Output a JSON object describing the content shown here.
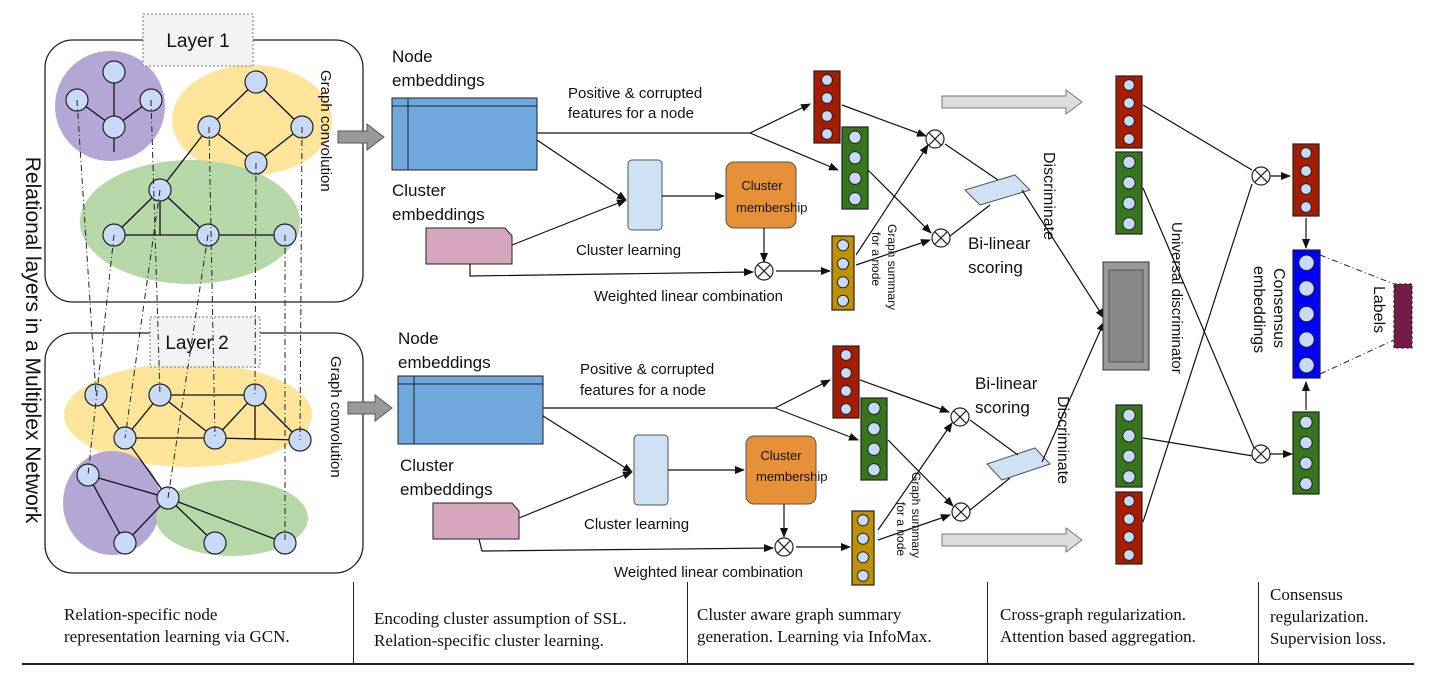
{
  "title_vertical": "Relational layers in a Multiplex Network",
  "layers": [
    "Layer 1",
    "Layer 2"
  ],
  "labels": {
    "graph_convolution": "Graph convolution",
    "node_embeddings_1": "Node",
    "node_embeddings_2": "embeddings",
    "cluster_embeddings_1": "Cluster",
    "cluster_embeddings_2": "embeddings",
    "pos_corrupt_1": "Positive & corrupted",
    "pos_corrupt_2": "features for a node",
    "cluster_learning": "Cluster learning",
    "cluster_membership_1": "Cluster",
    "cluster_membership_2": "membership",
    "weighted_linear": "Weighted linear combination",
    "graph_summary_1": "Graph summary",
    "graph_summary_2": "for a node",
    "bilinear_1": "Bi-linear",
    "bilinear_2": "scoring",
    "discriminate": "Discriminate",
    "universal_discriminator": "Universal discriminator",
    "consensus_1": "Consensus",
    "consensus_2": "embeddings",
    "labels": "Labels"
  },
  "captions": [
    {
      "line1": "Relation-specific node",
      "line2": "representation learning via GCN."
    },
    {
      "line1": "Encoding cluster assumption of SSL.",
      "line2": "Relation-specific cluster learning."
    },
    {
      "line1": "Cluster aware graph summary",
      "line2": "generation. Learning via InfoMax."
    },
    {
      "line1": "Cross-graph regularization.",
      "line2": "Attention based aggregation."
    },
    {
      "line1": "Consensus",
      "line2": "regularization.",
      "line3": "Supervision loss."
    }
  ],
  "colors": {
    "purple": "#b4a7d6",
    "yellow": "#ffe599",
    "green": "#b6d7a8",
    "node": "#c9daf8",
    "blue_block": "#6fa8dc",
    "pink": "#d5a6bd",
    "orange": "#e69138",
    "red_vec": "#a61c00",
    "green_vec": "#38761d",
    "gold_vec": "#bf9000",
    "blue_vec": "#0000ff",
    "maroon_vec": "#741b47"
  }
}
